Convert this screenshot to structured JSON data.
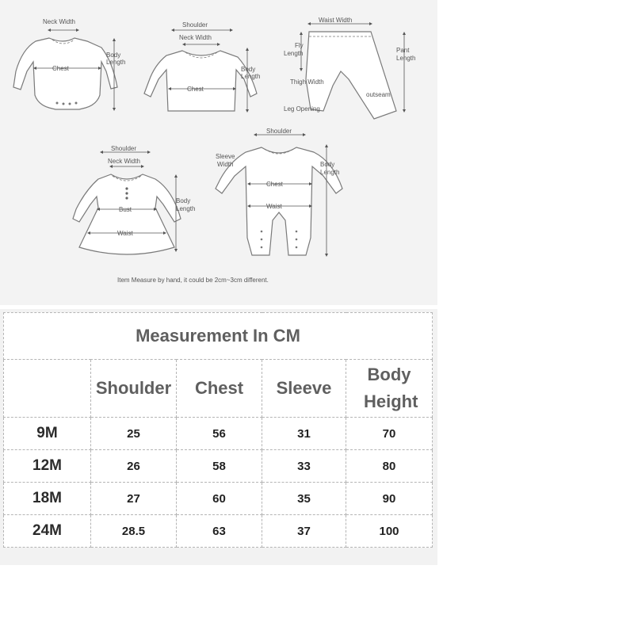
{
  "diagrams": {
    "bodysuit": {
      "neck_width": "Neck Width",
      "chest": "Chest",
      "body_length": "Body\nLength"
    },
    "top": {
      "shoulder": "Shoulder",
      "neck_width": "Neck Width",
      "chest": "Chest",
      "body_length": "Body\nLength"
    },
    "pants": {
      "waist_width": "Waist Width",
      "fly_length": "Fly\nLength",
      "pant_length": "Pant\nLength",
      "thigh_width": "Thigh Width",
      "outseam": "outseam",
      "leg_opening": "Leg Opening"
    },
    "dress": {
      "shoulder": "Shoulder",
      "neck_width": "Neck Width",
      "bust": "Bust",
      "waist": "Waist",
      "body_length": "Body\nLength"
    },
    "romper": {
      "shoulder": "Shoulder",
      "sleeve_width": "Sleeve\nWidth",
      "chest": "Chest",
      "waist": "Waist",
      "body_length": "Body\nLength"
    },
    "note": "Item Measure by hand, it could be 2cm~3cm different."
  },
  "table": {
    "title": "Measurement In CM",
    "headers": [
      "",
      "Shoulder",
      "Chest",
      "Sleeve",
      "Body Height"
    ],
    "rows": [
      [
        "9M",
        "25",
        "56",
        "31",
        "70"
      ],
      [
        "12M",
        "26",
        "58",
        "33",
        "80"
      ],
      [
        "18M",
        "27",
        "60",
        "35",
        "90"
      ],
      [
        "24M",
        "28.5",
        "63",
        "37",
        "100"
      ]
    ]
  }
}
